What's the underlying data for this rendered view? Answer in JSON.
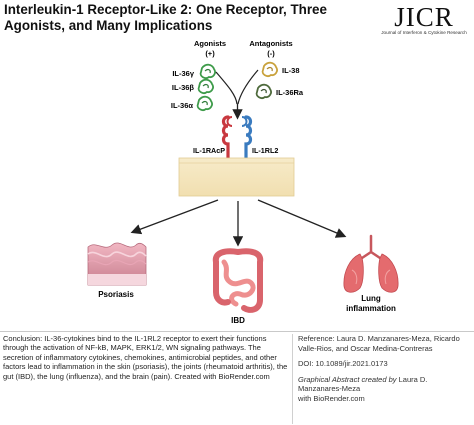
{
  "header": {
    "title": "Interleukin-1 Receptor-Like 2: One Receptor, Three Agonists, and Many Implications",
    "journal_abbrev": "JICR",
    "journal_name": "Journal of Interferon & Cytokine Research"
  },
  "agonists": {
    "heading": "Agonists",
    "sign": "(+)",
    "items": [
      "IL-36γ",
      "IL-36β",
      "IL-36α"
    ],
    "color": "#3e9b4a"
  },
  "antagonists": {
    "heading": "Antagonists",
    "sign": "(-)",
    "items": [
      "IL-38",
      "IL-36Ra"
    ],
    "colors": [
      "#c9a23c",
      "#4e6a3c"
    ]
  },
  "receptors": {
    "left": "IL-1RAcP",
    "right": "IL-1RL2",
    "left_color": "#c8383f",
    "right_color": "#3a7bbf"
  },
  "outcomes": {
    "left": "Psoriasis",
    "center": "IBD",
    "right_line1": "Lung",
    "right_line2": "inflammation"
  },
  "conclusion": "Conclusion: IL-36-cytokines bind to the IL-1RL2 receptor to exert their functions through the activation of NF-kB, MAPK, ERK1/2, WN signaling pathways. The secretion of inflammatory cytokines, chemokines, antimicrobial peptides, and other factors lead to inflammation in the skin (psoriasis), the joints (rheumatoid arthritis), the gut (IBD), the lung (influenza), and the brain (pain). Created with BioRender.com",
  "reference": {
    "text": "Reference: Laura D. Manzanares-Meza, Ricardo Valle-Rios, and Oscar Medina-Contreras",
    "doi": "DOI: 10.1089/jir.2021.0173",
    "credit_italic": "Graphical Abstract created by",
    "credit_name": " Laura D. Manzanares-Meza",
    "credit_tail": "with BioRender.com"
  }
}
